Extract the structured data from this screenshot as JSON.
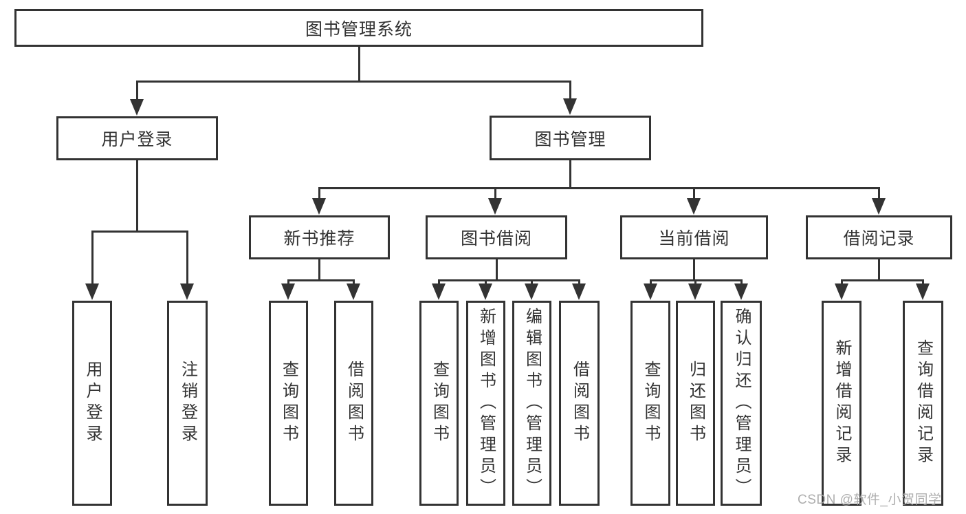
{
  "tree": {
    "label": "图书管理系统",
    "children": [
      {
        "label": "用户登录",
        "children": [
          {
            "label": "用户登录"
          },
          {
            "label": "注销登录"
          }
        ]
      },
      {
        "label": "图书管理",
        "children": [
          {
            "label": "新书推荐",
            "children": [
              {
                "label": "查询图书"
              },
              {
                "label": "借阅图书"
              }
            ]
          },
          {
            "label": "图书借阅",
            "children": [
              {
                "label": "查询图书"
              },
              {
                "label": "新增图书（管理员）"
              },
              {
                "label": "编辑图书（管理员）"
              },
              {
                "label": "借阅图书"
              }
            ]
          },
          {
            "label": "当前借阅",
            "children": [
              {
                "label": "查询图书"
              },
              {
                "label": "归还图书"
              },
              {
                "label": "确认归还（管理员）"
              }
            ]
          },
          {
            "label": "借阅记录",
            "children": [
              {
                "label": "新增借阅记录"
              },
              {
                "label": "查询借阅记录"
              }
            ]
          }
        ]
      }
    ]
  },
  "watermark": {
    "text": "CSDN @软件_小贺同学"
  },
  "colors": {
    "line": "#333333",
    "text": "#333333",
    "background": "#ffffff",
    "watermark": "#a5a5a5"
  }
}
